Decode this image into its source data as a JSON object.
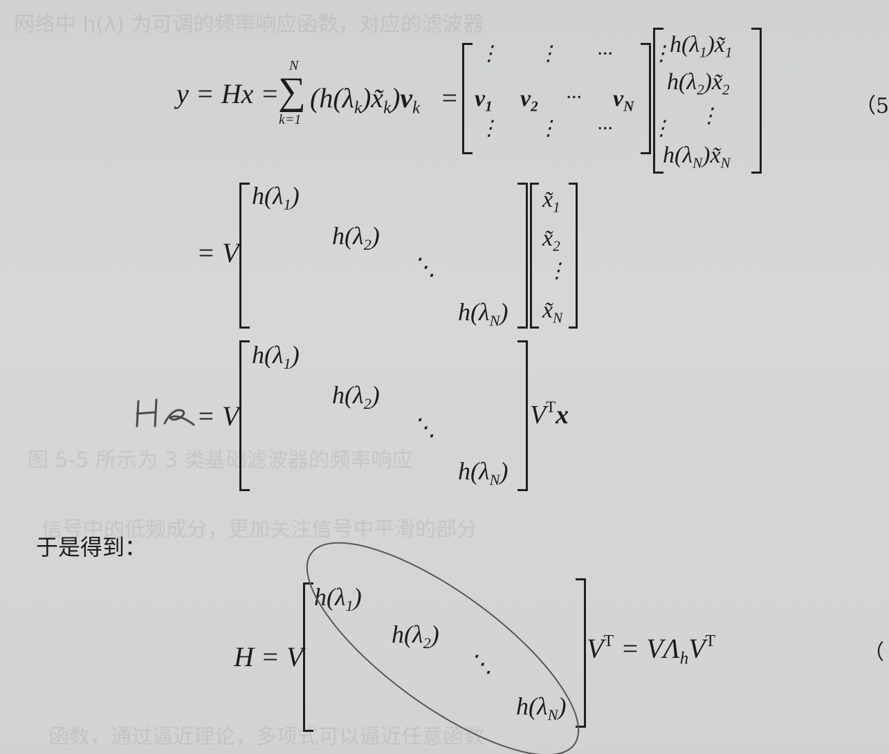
{
  "equations": {
    "eq1": {
      "lhs": "y = Hx =",
      "sum_upper": "N",
      "sum_symbol": "∑",
      "sum_lower": "k=1",
      "sum_body": "(h(λk)x̃k)vk",
      "equals": "=",
      "matrix_v_row1": [
        "⋮",
        "⋮",
        "···",
        "⋮"
      ],
      "matrix_v_row2": [
        "v1",
        "v2",
        "···",
        "vN"
      ],
      "matrix_v_row3": [
        "⋮",
        "⋮",
        "···",
        "⋮"
      ],
      "vector_entries": [
        "h(λ1)x̃1",
        "h(λ2)x̃2",
        "⋮",
        "h(λN)x̃N"
      ],
      "number": "（5"
    },
    "eq2": {
      "lhs": "= V",
      "diag": [
        "h(λ1)",
        "h(λ2)",
        "⋱",
        "h(λN)"
      ],
      "vector": [
        "x̃1",
        "x̃2",
        "⋮",
        "x̃N"
      ]
    },
    "eq3": {
      "handwritten": "Hx",
      "lhs": "= V",
      "diag": [
        "h(λ1)",
        "h(λ2)",
        "⋱",
        "h(λN)"
      ],
      "rhs": "VTx"
    },
    "text_line": "于是得到：",
    "eq4": {
      "lhs": "H = V",
      "diag": [
        "h(λ1)",
        "h(λ2)",
        "⋱",
        "h(λN)"
      ],
      "rhs": "VT = VΛhVT",
      "number": "（"
    }
  }
}
